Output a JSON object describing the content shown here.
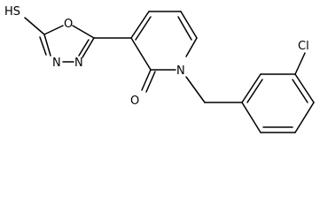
{
  "molecule": {
    "atoms": {
      "sh": "HS",
      "o_ring": "O",
      "n_left": "N",
      "n_right": "N",
      "n_pyridone": "N",
      "o_carbonyl": "O",
      "cl": "Cl"
    }
  }
}
